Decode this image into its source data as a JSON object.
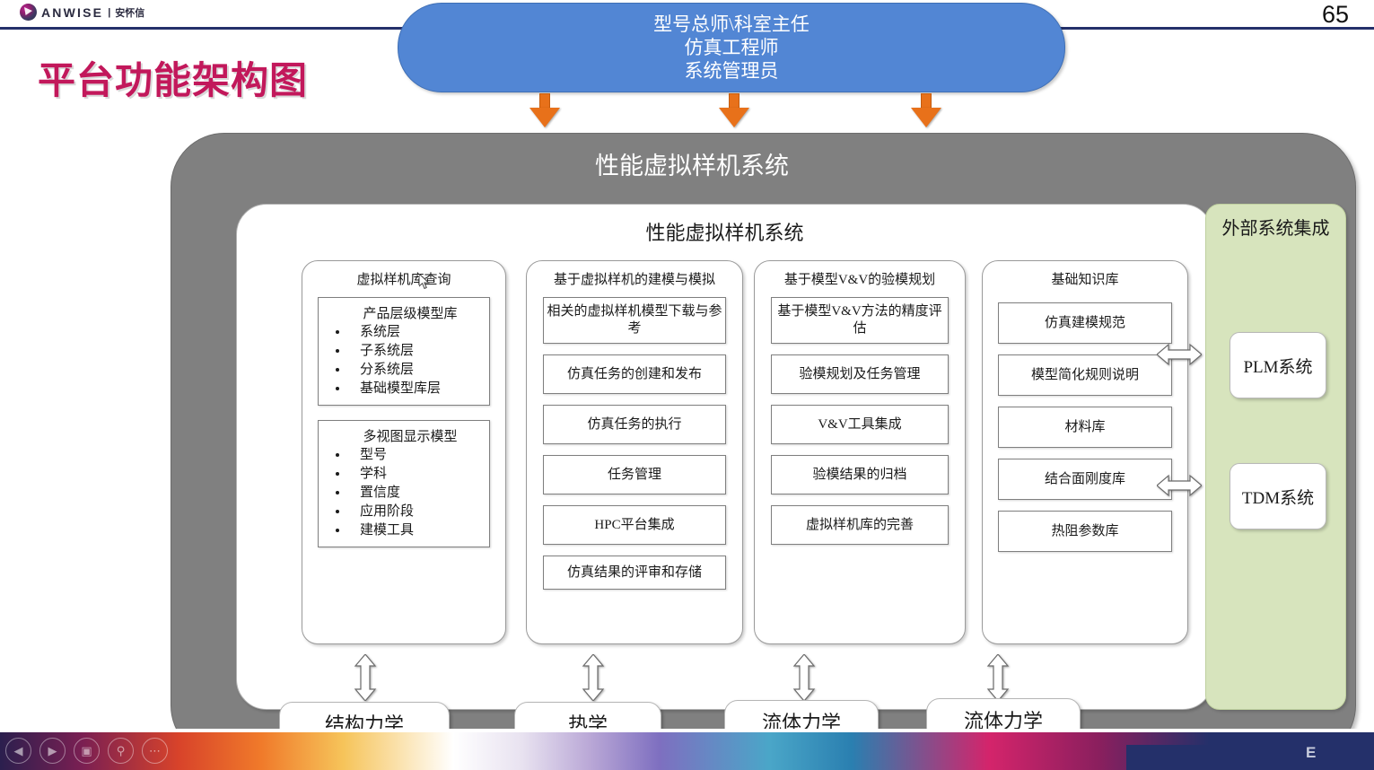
{
  "header": {
    "brand_en": "ANWISE",
    "brand_sep": "|",
    "brand_cn": "安怀信",
    "slide_number": "65",
    "rule_color": "#24306a"
  },
  "title": "平台功能架构图",
  "roles_box": {
    "color": "#5286d4",
    "lines": [
      "型号总师\\科室主任",
      "仿真工程师",
      "系统管理员"
    ]
  },
  "arrows": {
    "down_color": "#e8711a",
    "down_count": 3
  },
  "system": {
    "outer_title": "性能虚拟样机系统",
    "outer_color": "#808080",
    "inner_title": "性能虚拟样机系统",
    "columns": [
      {
        "title": "虚拟样机库查询",
        "lists": [
          {
            "head": "产品层级模型库",
            "items": [
              "系统层",
              "子系统层",
              "分系统层",
              "基础模型库层"
            ]
          },
          {
            "head": "多视图显示模型",
            "items": [
              "型号",
              "学科",
              "置信度",
              "应用阶段",
              "建模工具"
            ]
          }
        ]
      },
      {
        "title": "基于虚拟样机的建模与模拟",
        "cards": [
          "相关的虚拟样机模型下载与参考",
          "仿真任务的创建和发布",
          "仿真任务的执行",
          "任务管理",
          "HPC平台集成",
          "仿真结果的评审和存储"
        ]
      },
      {
        "title": "基于模型V&V的验模规划",
        "cards": [
          "基于模型V&V方法的精度评估",
          "验模规划及任务管理",
          "V&V工具集成",
          "验模结果的归档",
          "虚拟样机库的完善"
        ]
      },
      {
        "title": "基础知识库",
        "cards": [
          "仿真建模规范",
          "模型简化规则说明",
          "材料库",
          "结合面刚度库",
          "热阻参数库"
        ]
      }
    ]
  },
  "external": {
    "title": "外部系统集成",
    "panel_color": "#d7e4bd",
    "systems": [
      "PLM系统",
      "TDM系统"
    ]
  },
  "disciplines": [
    "结构力学",
    "热学",
    "流体力学",
    "流体力学"
  ],
  "taskbar": {
    "icons": [
      "previous-icon",
      "play-icon",
      "slideshow-icon",
      "zoom-icon",
      "menu-icon"
    ],
    "corner_text": "E",
    "corner_color": "#24306a"
  }
}
